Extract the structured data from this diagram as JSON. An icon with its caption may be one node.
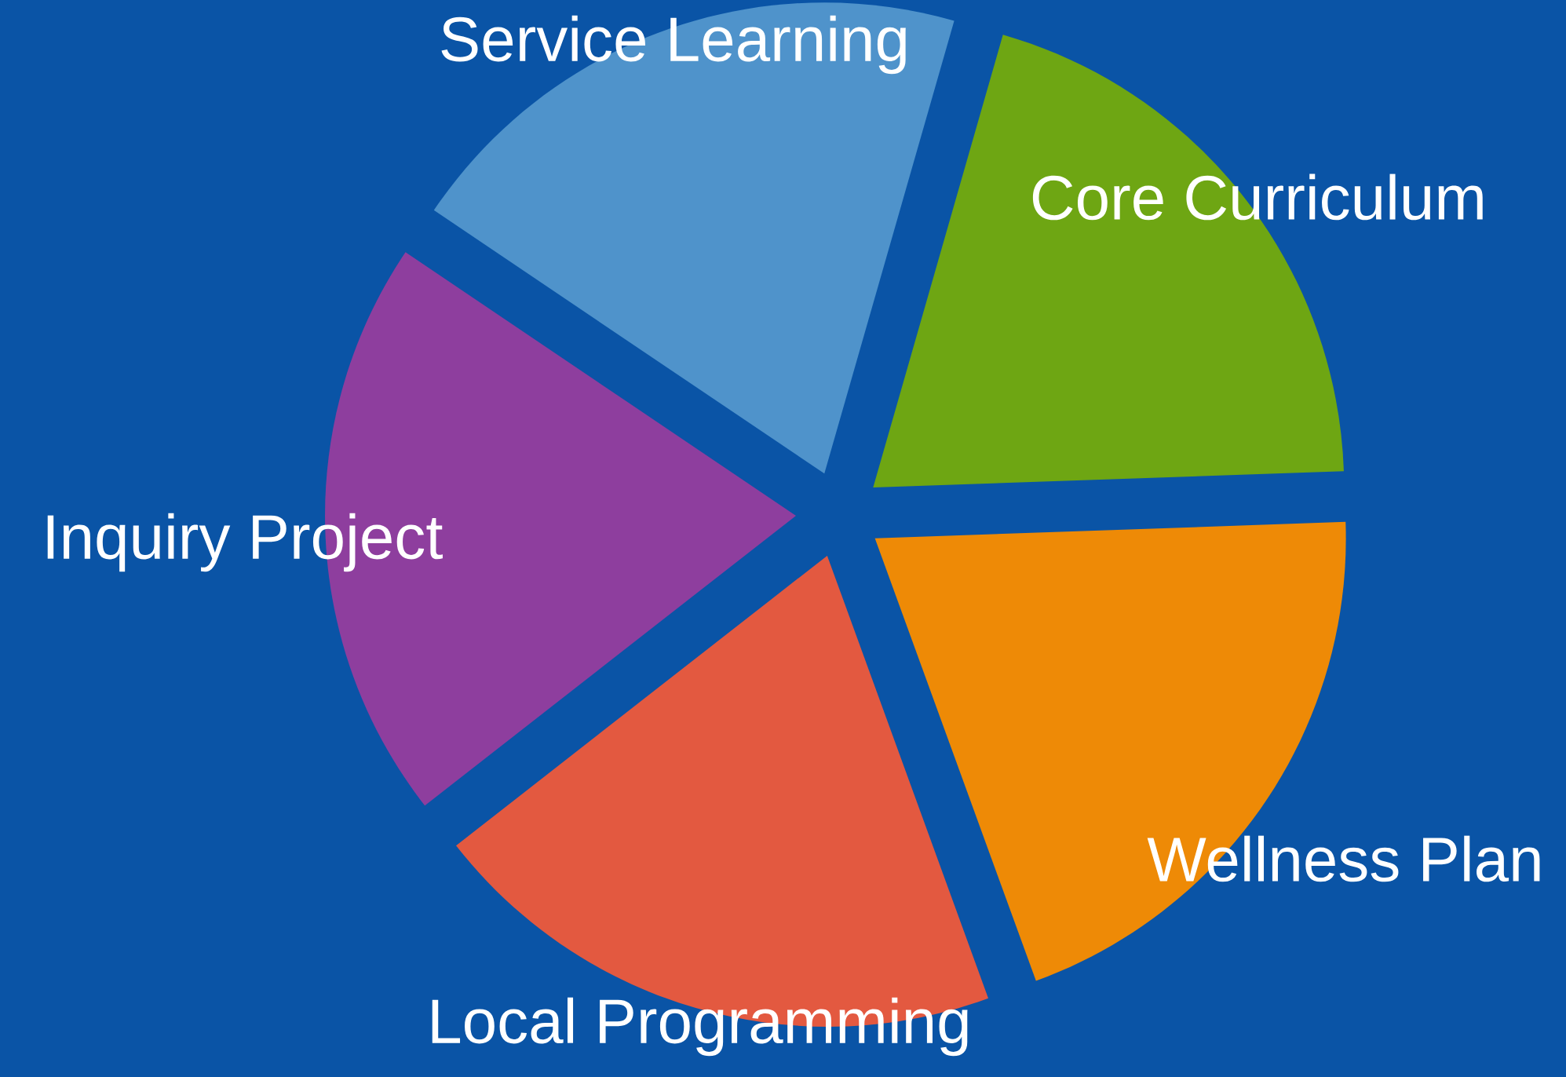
{
  "diagram": {
    "nodes": [
      {
        "text": [
          "Service Learning"
        ]
      },
      {
        "text": [
          "Core Curriculum"
        ]
      },
      {
        "text": [
          "Inquiry Project"
        ]
      },
      {
        "text": [
          "Wellness Plan"
        ]
      },
      {
        "text": [
          "Local Programming"
        ]
      }
    ]
  }
}
